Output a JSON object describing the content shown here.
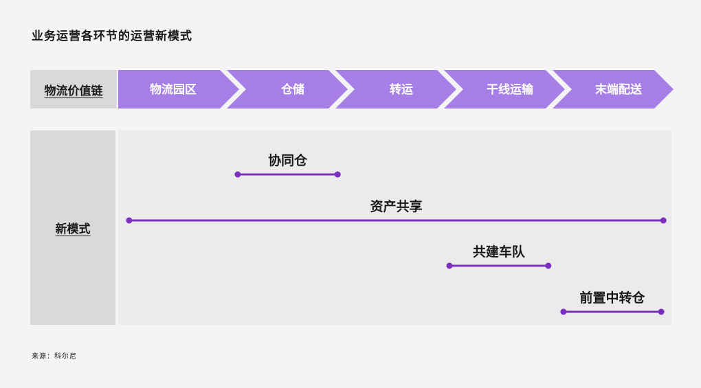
{
  "title": "业务运营各环节的运营新模式",
  "value_chain": {
    "label": "物流价值链",
    "stages": [
      "物流园区",
      "仓储",
      "转运",
      "干线运输",
      "末端配送"
    ]
  },
  "new_modes": {
    "label": "新模式",
    "items": [
      {
        "name": "协同仓",
        "start": 1.05,
        "end": 1.97
      },
      {
        "name": "资产共享",
        "start": 0.05,
        "end": 4.97
      },
      {
        "name": "共建车队",
        "start": 3.0,
        "end": 3.91
      },
      {
        "name": "前置中转仓",
        "start": 4.05,
        "end": 4.95
      }
    ]
  },
  "source": "来源：科尔尼",
  "colors": {
    "chevron": "#a67fe6",
    "line": "#7a2fbf",
    "label_bg": "#d9d9d9",
    "panel_bg": "#ecebec"
  }
}
